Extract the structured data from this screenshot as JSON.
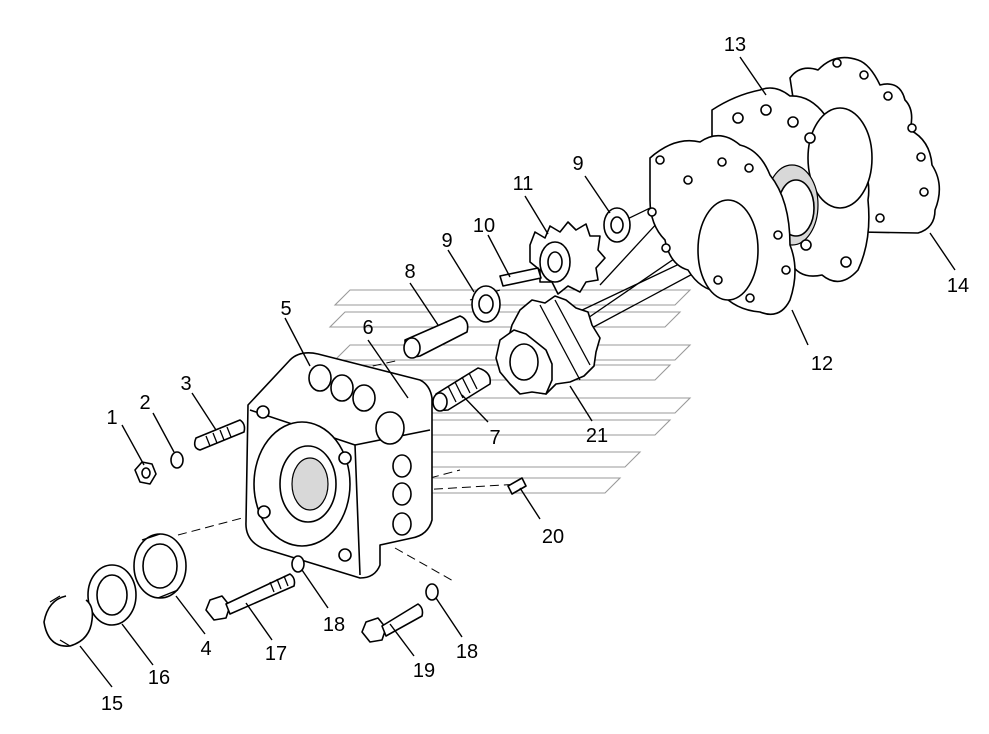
{
  "callouts": [
    {
      "id": "c1",
      "label": "1"
    },
    {
      "id": "c2",
      "label": "2"
    },
    {
      "id": "c3",
      "label": "3"
    },
    {
      "id": "c4",
      "label": "4"
    },
    {
      "id": "c5",
      "label": "5"
    },
    {
      "id": "c6",
      "label": "6"
    },
    {
      "id": "c7",
      "label": "7"
    },
    {
      "id": "c8",
      "label": "8"
    },
    {
      "id": "c9a",
      "label": "9"
    },
    {
      "id": "c9b",
      "label": "9"
    },
    {
      "id": "c10",
      "label": "10"
    },
    {
      "id": "c11",
      "label": "11"
    },
    {
      "id": "c12",
      "label": "12"
    },
    {
      "id": "c13",
      "label": "13"
    },
    {
      "id": "c14",
      "label": "14"
    },
    {
      "id": "c15",
      "label": "15"
    },
    {
      "id": "c16",
      "label": "16"
    },
    {
      "id": "c17",
      "label": "17"
    },
    {
      "id": "c18a",
      "label": "18"
    },
    {
      "id": "c18b",
      "label": "18"
    },
    {
      "id": "c19",
      "label": "19"
    },
    {
      "id": "c20",
      "label": "20"
    },
    {
      "id": "c21",
      "label": "21"
    }
  ]
}
